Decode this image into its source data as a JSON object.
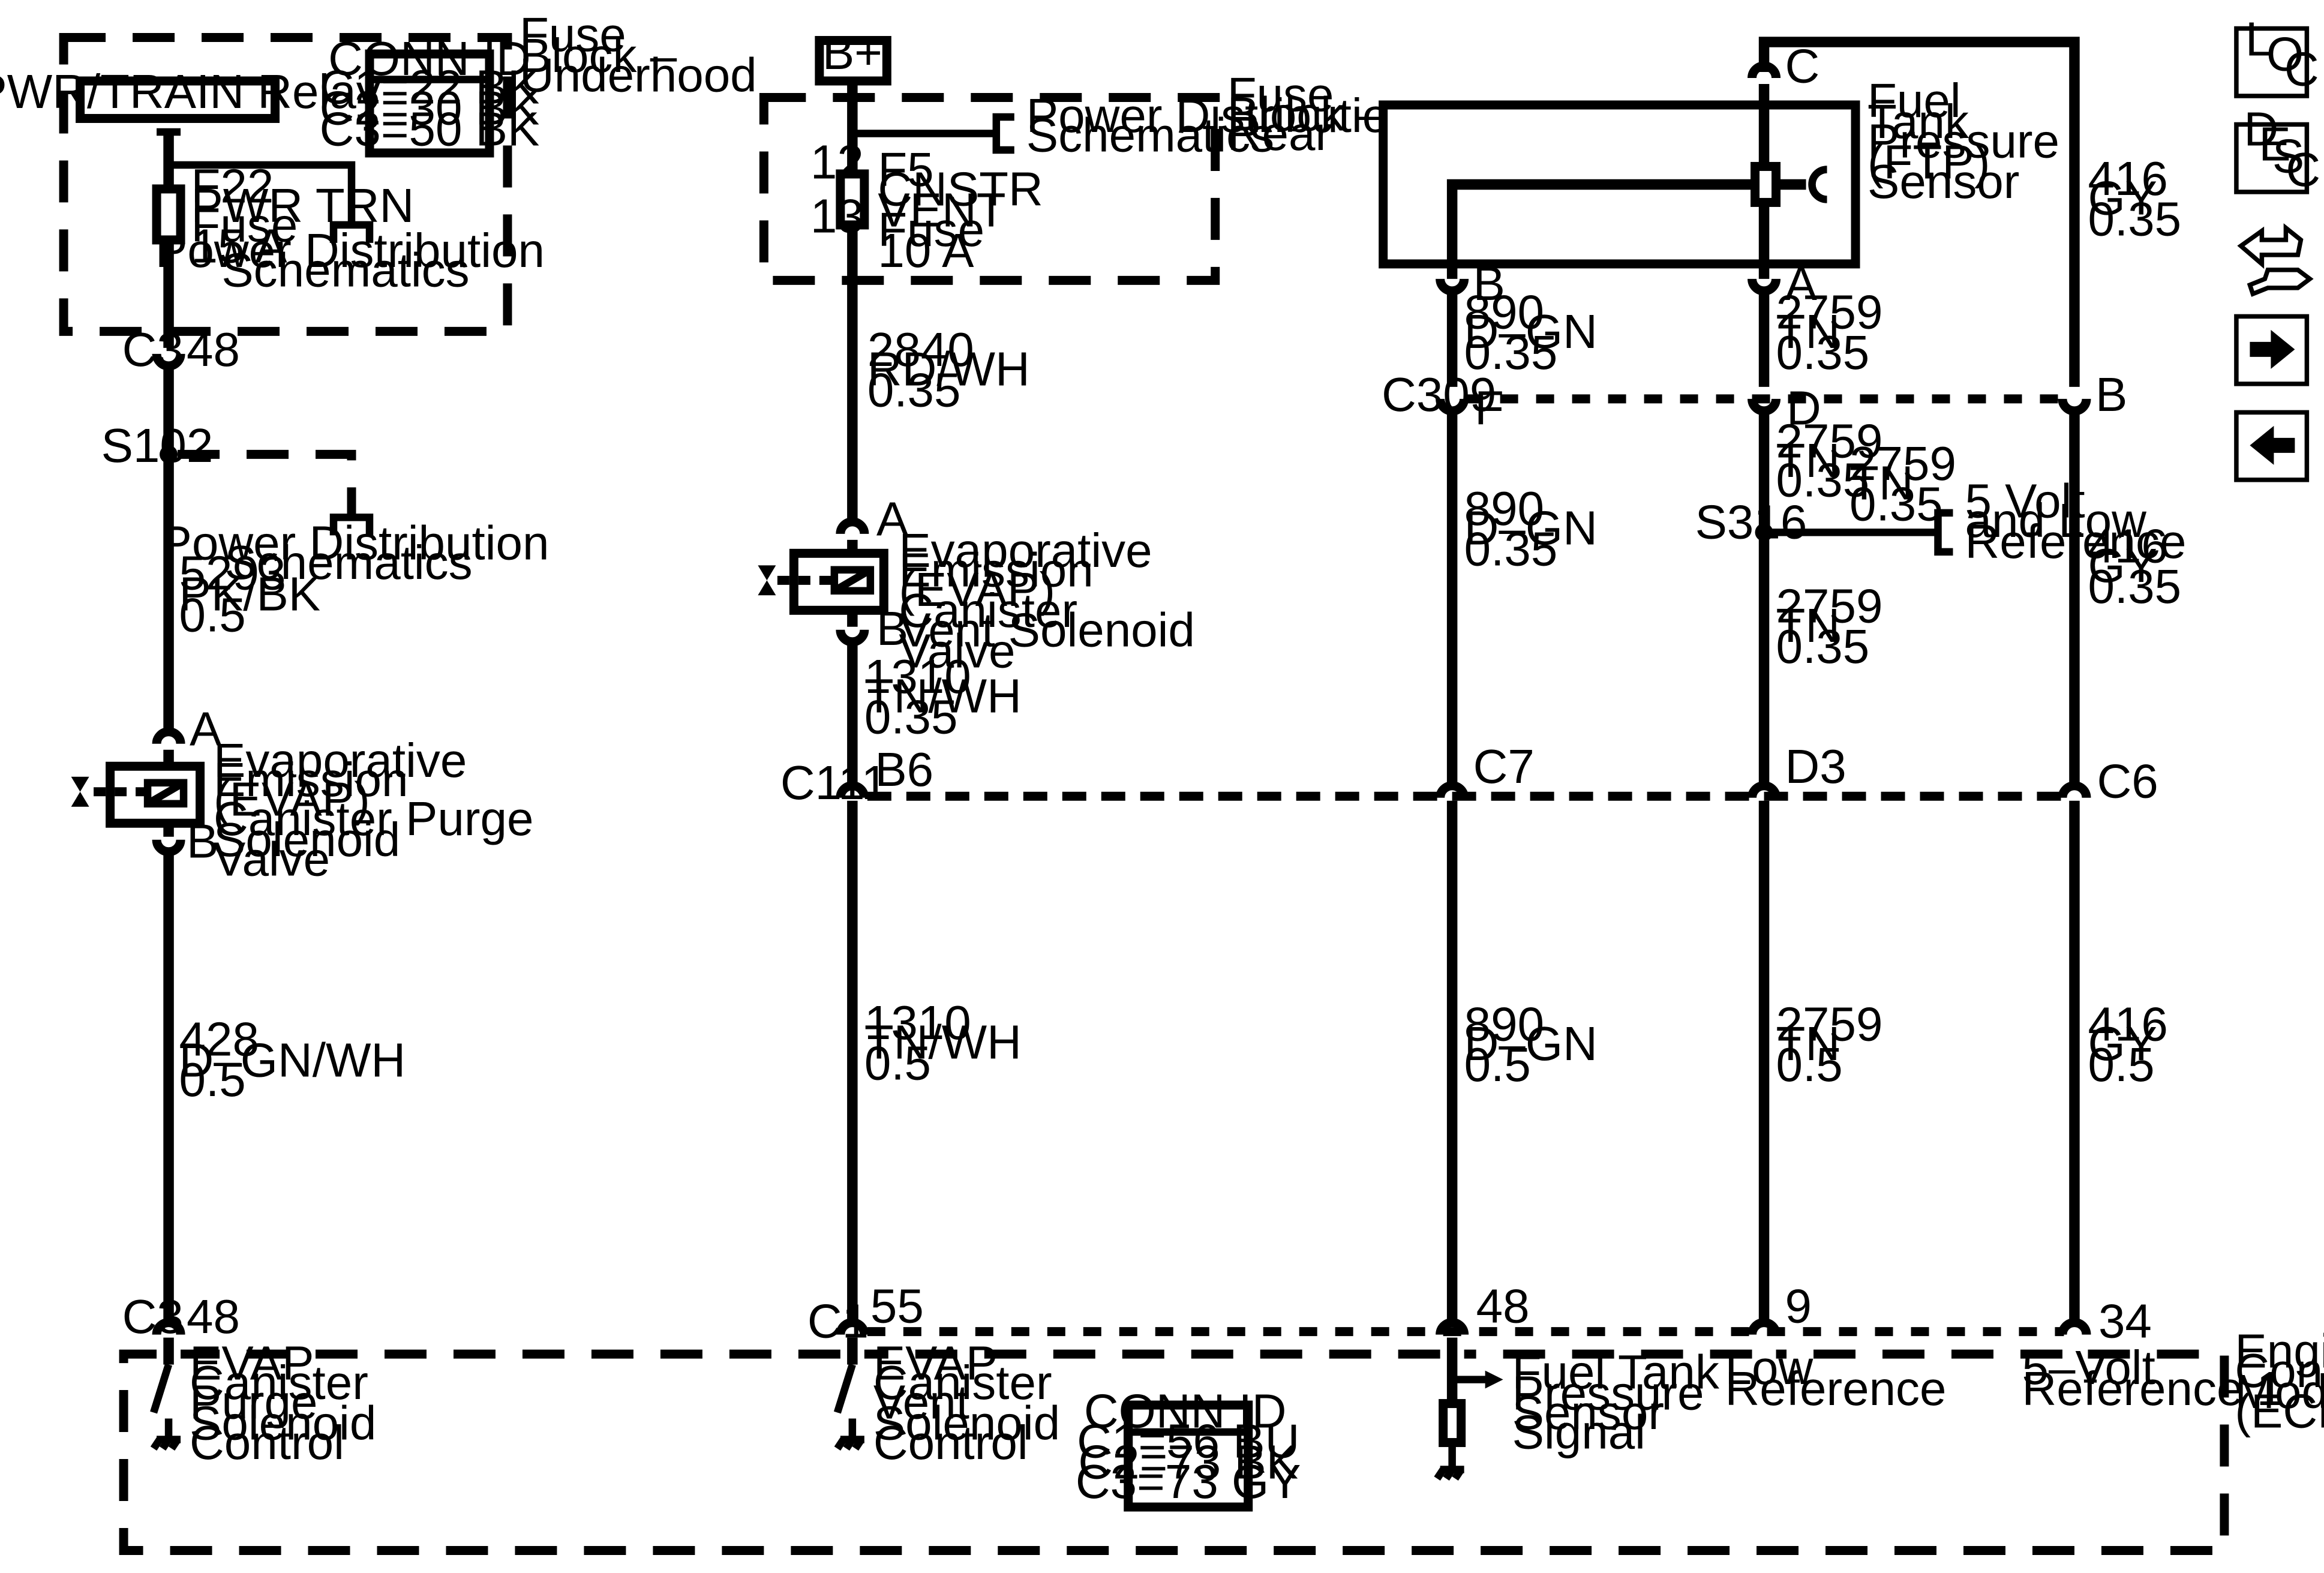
{
  "fuse_block_underhood": {
    "title": [
      "Fuse",
      "Block –",
      "Underhood"
    ],
    "conn_id_title": "CONN ID",
    "conn_id_lines": [
      "C1=22 BK",
      "C2=30 BK",
      "C3=50 BK"
    ],
    "relay_label": "PWR/TRAIN Relay",
    "fuse_lines": [
      "F22",
      "PWR TRN",
      "Fuse",
      "15 A"
    ],
    "power_dist_lines": [
      "Power Distribution",
      "Schematics"
    ]
  },
  "fuse_block_rear": {
    "title": [
      "Fuse",
      "Block –",
      "Rear"
    ],
    "power_dist_lines": [
      "Power Distribution",
      "Schematics"
    ],
    "fuse_lines": [
      "F5",
      "CNSTR",
      "VENT",
      "Fuse",
      "10 A"
    ],
    "pin_top": "12",
    "pin_bottom": "13"
  },
  "battery_label": "B+",
  "purge_circuit": {
    "c3_top_conn": "C3",
    "c3_top_pin": "48",
    "splice": "S102",
    "splice_power_lines": [
      "Power Distribution",
      "Schematics"
    ],
    "wire_upper": [
      "5293",
      "PK/BK",
      "0.5"
    ],
    "solenoid_pin_a": "A",
    "solenoid_pin_b": "B",
    "solenoid_lines": [
      "Evaporative",
      "Emission",
      "(EVAP)",
      "Canister Purge",
      "Solenoid",
      "Valve"
    ],
    "wire_lower": [
      "428",
      "D–GN/WH",
      "0.5"
    ],
    "ecm_conn": "C3",
    "ecm_pin": "48",
    "ecm_lines": [
      "EVAP",
      "Canister",
      "Purge",
      "Solenoid",
      "Control"
    ]
  },
  "vent_circuit": {
    "wire_upper": [
      "2840",
      "RD/WH",
      "0.35"
    ],
    "solenoid_pin_a": "A",
    "solenoid_pin_b": "B",
    "solenoid_lines": [
      "Evaporative",
      "Emission",
      "(EVAP)",
      "Canister",
      "Vent Solenoid",
      "Valve"
    ],
    "wire_mid": [
      "1310",
      "TN/WH",
      "0.35"
    ],
    "c111": "C111",
    "c111_pin": "B6",
    "wire_lower": [
      "1310",
      "TN/WH",
      "0.5"
    ],
    "ecm_conn": "C1",
    "ecm_pin": "55",
    "ecm_lines": [
      "EVAP",
      "Canister",
      "Vent",
      "Solenoid",
      "Control"
    ]
  },
  "ecm_conn_box": {
    "title": "CONN ID",
    "lines": [
      "C1=56 BU",
      "C2=73 BK",
      "C3=73 GY"
    ]
  },
  "ftp_sensor": {
    "lines": [
      "Fuel",
      "Tank",
      "Pressure",
      "(FTP)",
      "Sensor"
    ],
    "pin_b": "B",
    "pin_a": "A",
    "pin_c": "C"
  },
  "ftp_signal_circuit": {
    "wire_sensor": [
      "890",
      "D–GN",
      "0.35"
    ],
    "c309": "C309",
    "c309_pin": "F",
    "wire_mid": [
      "890",
      "D–GN",
      "0.35"
    ],
    "c111_pin": "C7",
    "wire_lower": [
      "890",
      "D–GN",
      "0.5"
    ],
    "ecm_pin": "48",
    "ecm_lines": [
      "Fuel Tank",
      "Pressure",
      "Sensor",
      "Signal"
    ]
  },
  "low_ref_circuit": {
    "wire_sensor": [
      "2759",
      "TN",
      "0.35"
    ],
    "c309_pin": "D",
    "wire_after_c309": [
      "2759",
      "TN",
      "0.35"
    ],
    "splice": "S316",
    "branch_wire": [
      "2759",
      "TN",
      "0.35"
    ],
    "branch_label": [
      "5 Volt",
      "and Low",
      "Reference"
    ],
    "wire_mid": [
      "2759",
      "TN",
      "0.35"
    ],
    "c111_pin": "D3",
    "wire_lower": [
      "2759",
      "TN",
      "0.5"
    ],
    "ecm_pin": "9",
    "ecm_lines": [
      "Low",
      "Reference"
    ]
  },
  "ref_circuit": {
    "wire_upper": [
      "416",
      "GY",
      "0.35"
    ],
    "c309_pin": "B",
    "wire_mid": [
      "416",
      "GY",
      "0.35"
    ],
    "c111_pin": "C6",
    "wire_lower": [
      "416",
      "GY",
      "0.5"
    ],
    "ecm_pin": "34",
    "ecm_lines": [
      "5–Volt",
      "Reference 1"
    ]
  },
  "ecm_title": [
    "Engine",
    "Control",
    "Module",
    "(ECM)"
  ],
  "nav": {
    "loc": [
      "L",
      "O",
      "C"
    ],
    "desc": [
      "D",
      "E",
      "S",
      "C"
    ],
    "icons": [
      "loc-button-icon",
      "desc-button-icon",
      "connector-tool-icon",
      "next-arrow-icon",
      "previous-arrow-icon"
    ]
  }
}
